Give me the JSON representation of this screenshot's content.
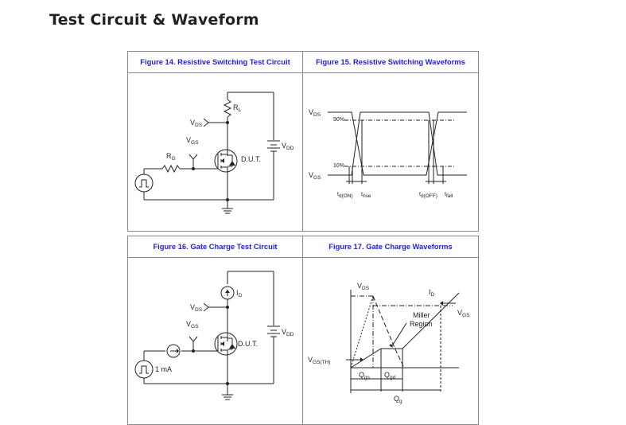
{
  "page": {
    "heading": "Test Circuit & Waveform"
  },
  "fig14": {
    "caption": "Figure 14. Resistive Switching Test Circuit",
    "rl": "R",
    "rl_sub": "L",
    "vds": "V",
    "vds_sub": "DS",
    "vgs": "V",
    "vgs_sub": "GS",
    "rg": "R",
    "rg_sub": "G",
    "dut": "D.U.T.",
    "vdd": "V",
    "vdd_sub": "DD"
  },
  "fig15": {
    "caption": "Figure 15. Resistive Switching Waveforms",
    "vds": "V",
    "vds_sub": "DS",
    "vgs": "V",
    "vgs_sub": "GS",
    "p90": "90%",
    "p10": "10%",
    "td_on": "t",
    "td_on_sub": "d(ON)",
    "trise": "t",
    "trise_sub": "rise",
    "td_off": "t",
    "td_off_sub": "d(OFF)",
    "tfall": "t",
    "tfall_sub": "fall"
  },
  "fig16": {
    "caption": "Figure 16. Gate Charge Test Circuit",
    "id": "I",
    "id_sub": "D",
    "vds": "V",
    "vds_sub": "DS",
    "vgs": "V",
    "vgs_sub": "GS",
    "dut": "D.U.T.",
    "vdd": "V",
    "vdd_sub": "DD",
    "ma": "1 mA"
  },
  "fig17": {
    "caption": "Figure 17. Gate Charge Waveforms",
    "vds": "V",
    "vds_sub": "DS",
    "id": "I",
    "id_sub": "D",
    "miller1": "Miller",
    "miller2": "Region",
    "vgs": "V",
    "vgs_sub": "GS",
    "vgsth": "V",
    "vgsth_sub": "GS(TH)",
    "qgs": "Q",
    "qgs_sub": "gs",
    "qgd": "Q",
    "qgd_sub": "gd",
    "qg": "Q",
    "qg_sub": "g"
  }
}
